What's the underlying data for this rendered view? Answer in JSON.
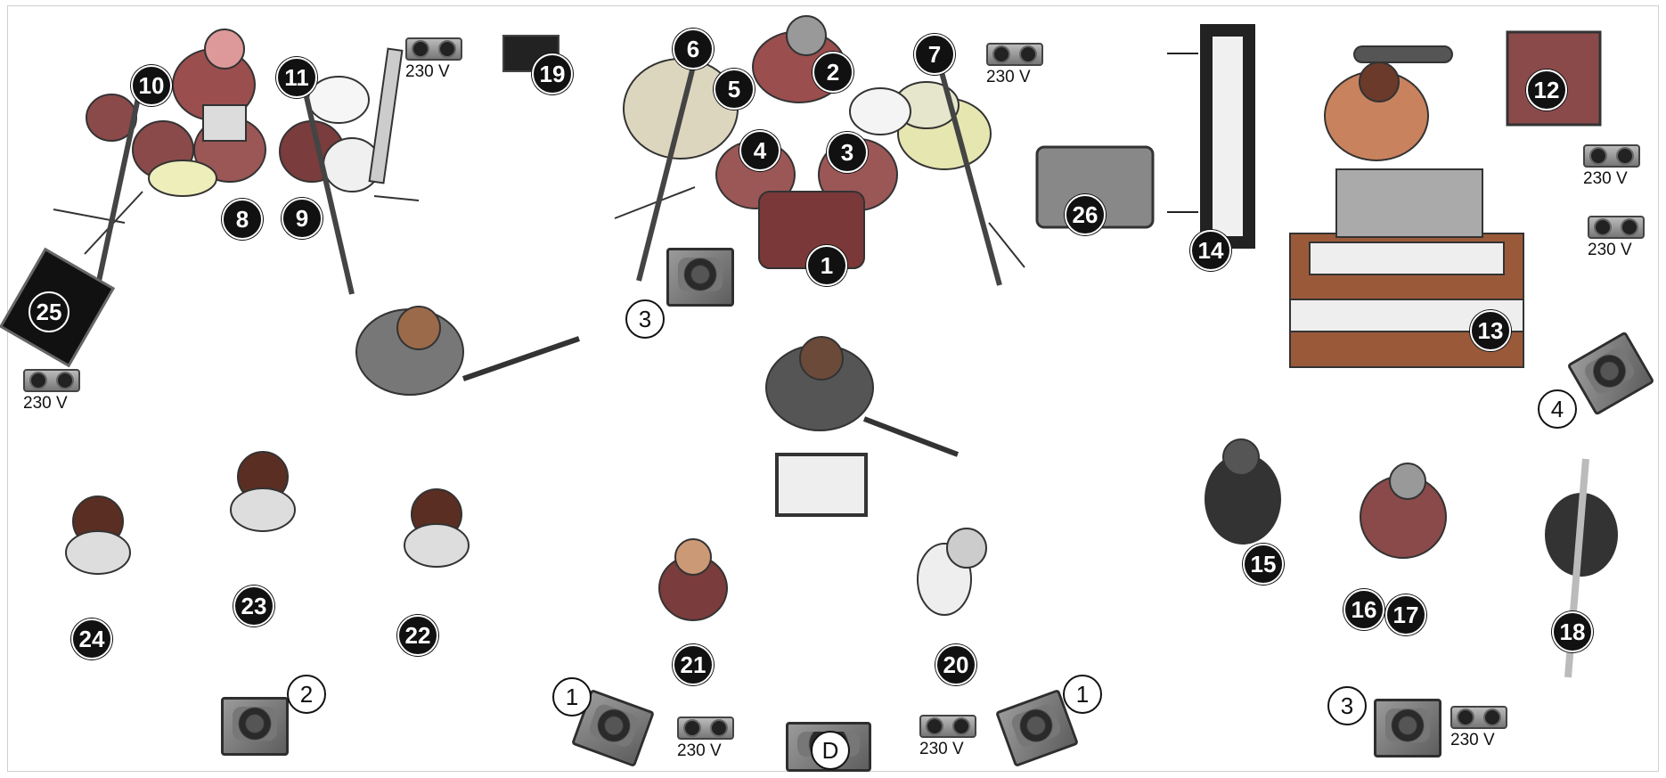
{
  "outlet_label": "230 V",
  "numbers": {
    "n1": "1",
    "n2": "2",
    "n3": "3",
    "n4": "4",
    "n5": "5",
    "n6": "6",
    "n7": "7",
    "n8": "8",
    "n9": "9",
    "n10": "10",
    "n11": "11",
    "n12": "12",
    "n13": "13",
    "n14": "14",
    "n15": "15",
    "n16": "16",
    "n17": "17",
    "n18": "18",
    "n19": "19",
    "n20": "20",
    "n21": "21",
    "n22": "22",
    "n23": "23",
    "n24": "24",
    "n25": "25",
    "n26": "26"
  },
  "monitors": {
    "m1a": "1",
    "m1b": "1",
    "m2": "2",
    "m3a": "3",
    "m3b": "3",
    "m4": "4"
  },
  "di_box": "D",
  "colors": {
    "badge": "#111111",
    "equipment_gray": "#7a7a7a",
    "background": "#ffffff"
  }
}
